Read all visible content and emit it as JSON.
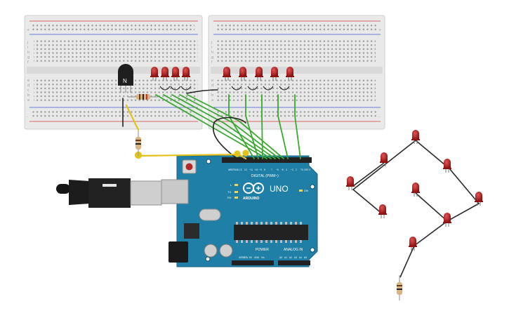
{
  "breadboards": [
    {
      "id": "left",
      "row_letters_top": [
        "j",
        "i",
        "h",
        "g",
        "f"
      ],
      "row_letters_bottom": [
        "e",
        "d",
        "c",
        "b",
        "a"
      ],
      "rail_marks": [
        "+",
        "-"
      ]
    },
    {
      "id": "right",
      "row_letters_top": [
        "j",
        "i",
        "h",
        "g",
        "f"
      ],
      "row_letters_bottom": [
        "e",
        "d",
        "c",
        "b",
        "a"
      ],
      "rail_marks": [
        "+",
        "-"
      ]
    }
  ],
  "transistor": {
    "label": "N"
  },
  "arduino": {
    "brand": "ARDUINO",
    "model": "UNO",
    "digital_header_label": "DIGITAL (PWM~)",
    "power_label": "POWER",
    "analog_label": "ANALOG IN",
    "on_label": "ON",
    "tx_label": "TX",
    "rx_label": "RX",
    "l_label": "L",
    "digital_pins": [
      "AREF",
      "GND",
      "13",
      "12",
      "~11",
      "~10",
      "~9",
      "8",
      "7",
      "~6",
      "~5",
      "4",
      "~3",
      "2",
      "TX 1",
      "RX 0"
    ],
    "power_pins": [
      "IOREF",
      "RESET",
      "3.3V",
      "5V",
      "GND",
      "GND",
      "Vin"
    ],
    "analog_pins": [
      "A0",
      "A1",
      "A2",
      "A3",
      "A4",
      "A5"
    ]
  },
  "colors": {
    "breadboard": "#e8e8e8",
    "arduino_board": "#1f7fa6",
    "led_red": "#b41e1e",
    "wire_green": "#3aa832",
    "wire_yellow": "#e3c21b",
    "wire_black": "#222222"
  }
}
